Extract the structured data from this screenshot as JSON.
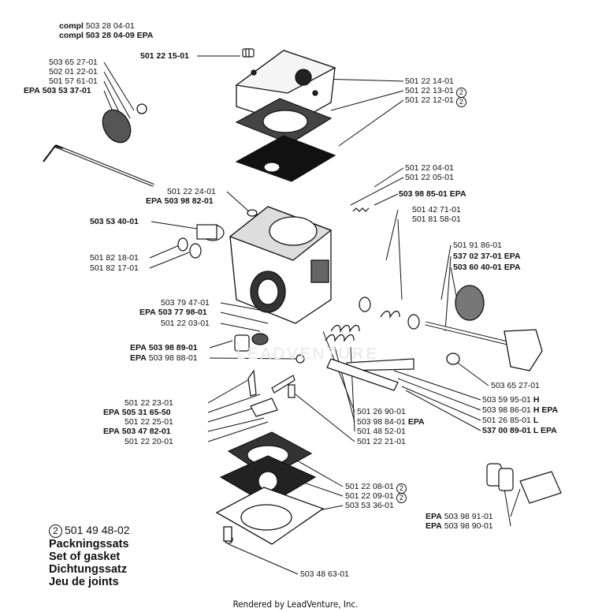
{
  "header": {
    "line1_prefix": "compl",
    "line1_number": "503 28 04-01",
    "line2_prefix": "compl",
    "line2_number": "503 28 04-09 EPA"
  },
  "labels": [
    {
      "id": "l1",
      "prefix": "",
      "num": "501 22 15-01",
      "bold": true,
      "circle": ""
    },
    {
      "id": "l2",
      "prefix": "",
      "num": "503 65 27-01",
      "bold": false,
      "circle": ""
    },
    {
      "id": "l3",
      "prefix": "",
      "num": "502 01 22-01",
      "bold": false,
      "circle": ""
    },
    {
      "id": "l4",
      "prefix": "",
      "num": "501 57 61-01",
      "bold": false,
      "circle": ""
    },
    {
      "id": "l5",
      "prefix": "EPA",
      "num": "503 53 37-01",
      "bold": true,
      "circle": ""
    },
    {
      "id": "l6",
      "prefix": "",
      "num": "501 22 14-01",
      "bold": false,
      "circle": ""
    },
    {
      "id": "l7",
      "prefix": "",
      "num": "501 22 13-01",
      "bold": false,
      "circle": "2"
    },
    {
      "id": "l8",
      "prefix": "",
      "num": "501 22 12-01",
      "bold": false,
      "circle": "2"
    },
    {
      "id": "l9",
      "prefix": "",
      "num": "501 22 04-01",
      "bold": false,
      "circle": ""
    },
    {
      "id": "l10",
      "prefix": "",
      "num": "501 22 05-01",
      "bold": false,
      "circle": ""
    },
    {
      "id": "l11",
      "prefix": "",
      "num": "501 22 24-01",
      "bold": false,
      "circle": ""
    },
    {
      "id": "l12",
      "prefix": "EPA",
      "num": "503 98 82-01",
      "bold": true,
      "circle": ""
    },
    {
      "id": "l13",
      "prefix": "",
      "num": "503 98 85-01 EPA",
      "bold": true,
      "circle": ""
    },
    {
      "id": "l14",
      "prefix": "",
      "num": "501 42 71-01",
      "bold": false,
      "circle": ""
    },
    {
      "id": "l15",
      "prefix": "",
      "num": "501 81 58-01",
      "bold": false,
      "circle": ""
    },
    {
      "id": "l16",
      "prefix": "",
      "num": "503 53 40-01",
      "bold": true,
      "circle": ""
    },
    {
      "id": "l17",
      "prefix": "",
      "num": "501 91 86-01",
      "bold": false,
      "circle": ""
    },
    {
      "id": "l18",
      "prefix": "",
      "num": "537 02 37-01 EPA",
      "bold": true,
      "circle": ""
    },
    {
      "id": "l19",
      "prefix": "",
      "num": "503 60 40-01 EPA",
      "bold": true,
      "circle": ""
    },
    {
      "id": "l20",
      "prefix": "",
      "num": "501 82 18-01",
      "bold": false,
      "circle": ""
    },
    {
      "id": "l21",
      "prefix": "",
      "num": "501 82 17-01",
      "bold": false,
      "circle": ""
    },
    {
      "id": "l22",
      "prefix": "",
      "num": "503 79 47-01",
      "bold": false,
      "circle": ""
    },
    {
      "id": "l23",
      "prefix": "EPA",
      "num": "503 77 98-01",
      "bold": true,
      "circle": ""
    },
    {
      "id": "l24",
      "prefix": "",
      "num": "501 22 03-01",
      "bold": false,
      "circle": ""
    },
    {
      "id": "l25",
      "prefix": "EPA",
      "num": "503 98 89-01",
      "bold": true,
      "circle": ""
    },
    {
      "id": "l26",
      "prefix": "EPA",
      "num": "503 98 88-01",
      "bold": false,
      "circle": ""
    },
    {
      "id": "l27",
      "prefix": "",
      "num": "503 65 27-01",
      "bold": false,
      "circle": ""
    },
    {
      "id": "l28",
      "prefix": "",
      "num": "501 22 23-01",
      "bold": false,
      "circle": ""
    },
    {
      "id": "l29",
      "prefix": "EPA",
      "num": "505 31 65-50",
      "bold": true,
      "circle": ""
    },
    {
      "id": "l30",
      "prefix": "",
      "num": "501 22 25-01",
      "bold": false,
      "circle": ""
    },
    {
      "id": "l31",
      "prefix": "EPA",
      "num": "503 47 82-01",
      "bold": true,
      "circle": ""
    },
    {
      "id": "l32",
      "prefix": "",
      "num": "501 22 20-01",
      "bold": false,
      "circle": ""
    },
    {
      "id": "l33",
      "prefix": "",
      "num": "501 26 90-01",
      "bold": false,
      "circle": ""
    },
    {
      "id": "l34",
      "prefix": "",
      "num": "503 98 84-01",
      "bold": false,
      "suffix": "EPA",
      "circle": ""
    },
    {
      "id": "l35",
      "prefix": "",
      "num": "501 48 52-01",
      "bold": false,
      "circle": ""
    },
    {
      "id": "l36",
      "prefix": "",
      "num": "501 22 21-01",
      "bold": false,
      "circle": ""
    },
    {
      "id": "l37",
      "prefix": "",
      "num": "503 59 95-01",
      "bold": false,
      "suffix": "H",
      "circle": ""
    },
    {
      "id": "l38",
      "prefix": "",
      "num": "503 98 86-01",
      "bold": false,
      "suffix": "H EPA",
      "circle": ""
    },
    {
      "id": "l39",
      "prefix": "",
      "num": "501 26 85-01",
      "bold": false,
      "suffix": "L",
      "circle": ""
    },
    {
      "id": "l40",
      "prefix": "",
      "num": "537 00 89-01",
      "bold": true,
      "suffix": "L EPA",
      "circle": ""
    },
    {
      "id": "l41",
      "prefix": "",
      "num": "501 22 08-01",
      "bold": false,
      "circle": "2"
    },
    {
      "id": "l42",
      "prefix": "",
      "num": "501 22 09-01",
      "bold": false,
      "circle": "2"
    },
    {
      "id": "l43",
      "prefix": "",
      "num": "503 53 36-01",
      "bold": false,
      "circle": ""
    },
    {
      "id": "l44",
      "prefix": "EPA",
      "num": "503 98 91-01",
      "bold": false,
      "circle": ""
    },
    {
      "id": "l45",
      "prefix": "EPA",
      "num": "503 98 90-01",
      "bold": false,
      "circle": ""
    },
    {
      "id": "l46",
      "prefix": "",
      "num": "503 48 63-01",
      "bold": false,
      "circle": ""
    }
  ],
  "kit": {
    "circle": "2",
    "number": "501 49 48-02",
    "lines": [
      "Packningssats",
      "Set of gasket",
      "Dichtungssatz",
      "Jeu de joints"
    ]
  },
  "watermark": "LEADVENTURE",
  "footer": "Rendered by LeadVenture, Inc."
}
